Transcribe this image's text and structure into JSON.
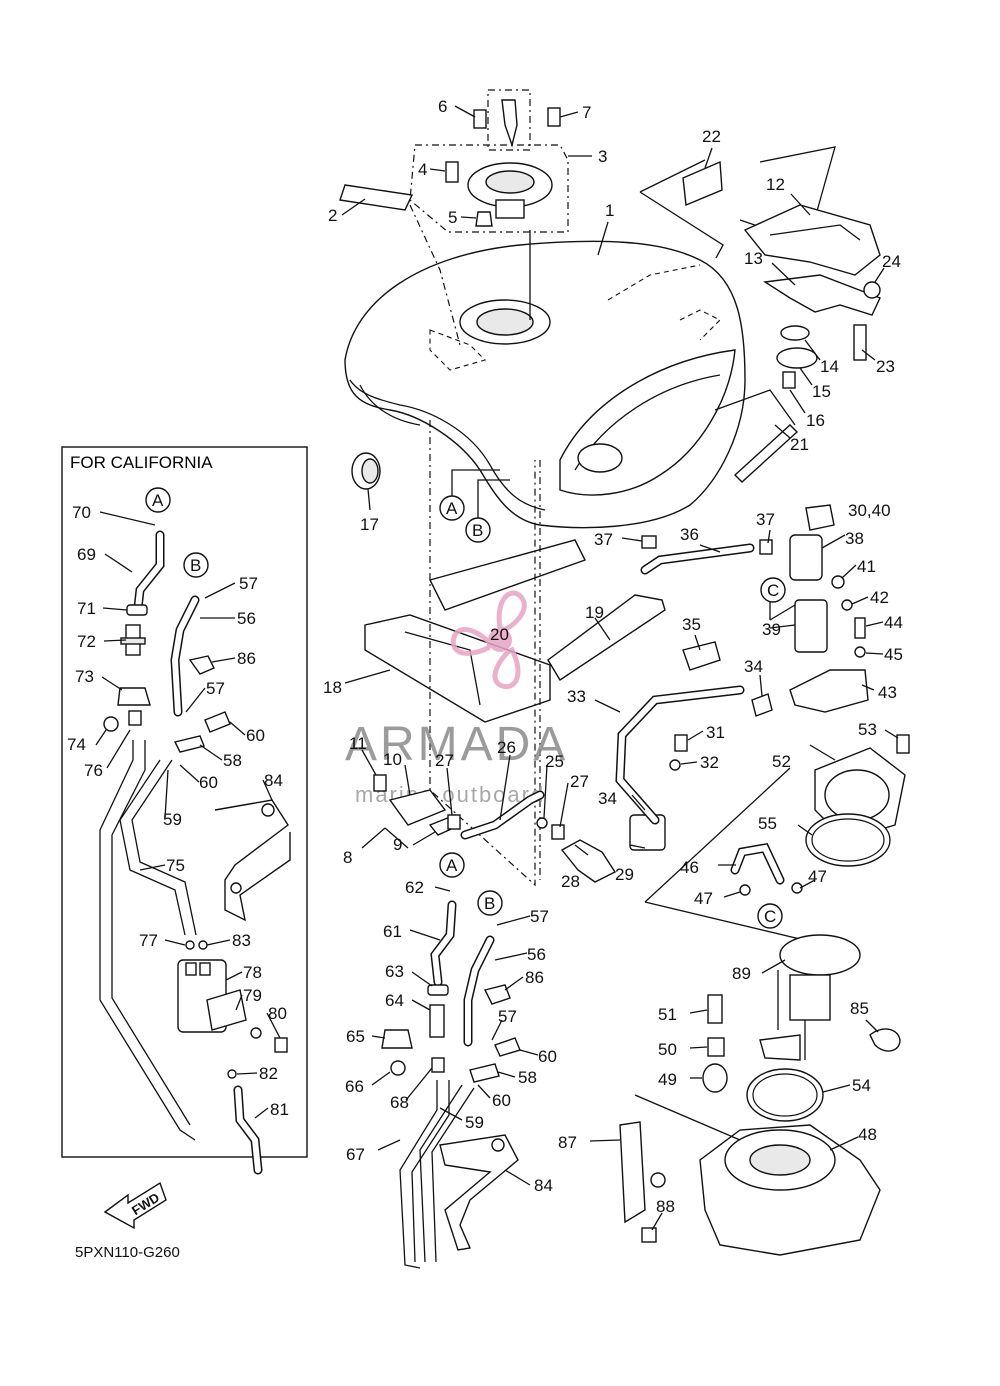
{
  "california_box_title": "FOR CALIFORNIA",
  "diagram_code": "5PXN110-G260",
  "fwd_label": "FWD",
  "watermark": {
    "brand": "ARMADA",
    "tagline": "marine outboard",
    "accent_color": "#e8a3c2",
    "text_color": "#8a8a8a"
  },
  "callouts": {
    "A": "A",
    "B": "B",
    "C": "C"
  },
  "part_numbers": {
    "p1": "1",
    "p2": "2",
    "p3": "3",
    "p4": "4",
    "p5": "5",
    "p6": "6",
    "p7": "7",
    "p8": "8",
    "p9": "9",
    "p10": "10",
    "p11": "11",
    "p12": "12",
    "p13": "13",
    "p14": "14",
    "p15": "15",
    "p16": "16",
    "p17": "17",
    "p18": "18",
    "p19": "19",
    "p20": "20",
    "p21": "21",
    "p22": "22",
    "p23": "23",
    "p24": "24",
    "p25": "25",
    "p26": "26",
    "p27a": "27",
    "p27b": "27",
    "p28": "28",
    "p29": "29",
    "p30_40": "30,40",
    "p31": "31",
    "p32": "32",
    "p33": "33",
    "p34a": "34",
    "p34b": "34",
    "p35": "35",
    "p36": "36",
    "p37a": "37",
    "p37b": "37",
    "p38": "38",
    "p39": "39",
    "p41": "41",
    "p42": "42",
    "p43": "43",
    "p44": "44",
    "p45": "45",
    "p46": "46",
    "p47a": "47",
    "p47b": "47",
    "p48": "48",
    "p49": "49",
    "p50": "50",
    "p51": "51",
    "p52": "52",
    "p53": "53",
    "p54": "54",
    "p55": "55",
    "p56a": "56",
    "p56b": "56",
    "p57a": "57",
    "p57b": "57",
    "p57c": "57",
    "p57d": "57",
    "p58a": "58",
    "p58b": "58",
    "p59a": "59",
    "p59b": "59",
    "p60a": "60",
    "p60b": "60",
    "p60c": "60",
    "p60d": "60",
    "p61": "61",
    "p62": "62",
    "p63": "63",
    "p64": "64",
    "p65": "65",
    "p66": "66",
    "p67": "67",
    "p68": "68",
    "p69": "69",
    "p70": "70",
    "p71": "71",
    "p72": "72",
    "p73": "73",
    "p74": "74",
    "p75": "75",
    "p76": "76",
    "p77": "77",
    "p78": "78",
    "p79": "79",
    "p80": "80",
    "p81": "81",
    "p82": "82",
    "p83": "83",
    "p84a": "84",
    "p84b": "84",
    "p85": "85",
    "p86a": "86",
    "p86b": "86",
    "p87": "87",
    "p88": "88",
    "p89": "89"
  }
}
